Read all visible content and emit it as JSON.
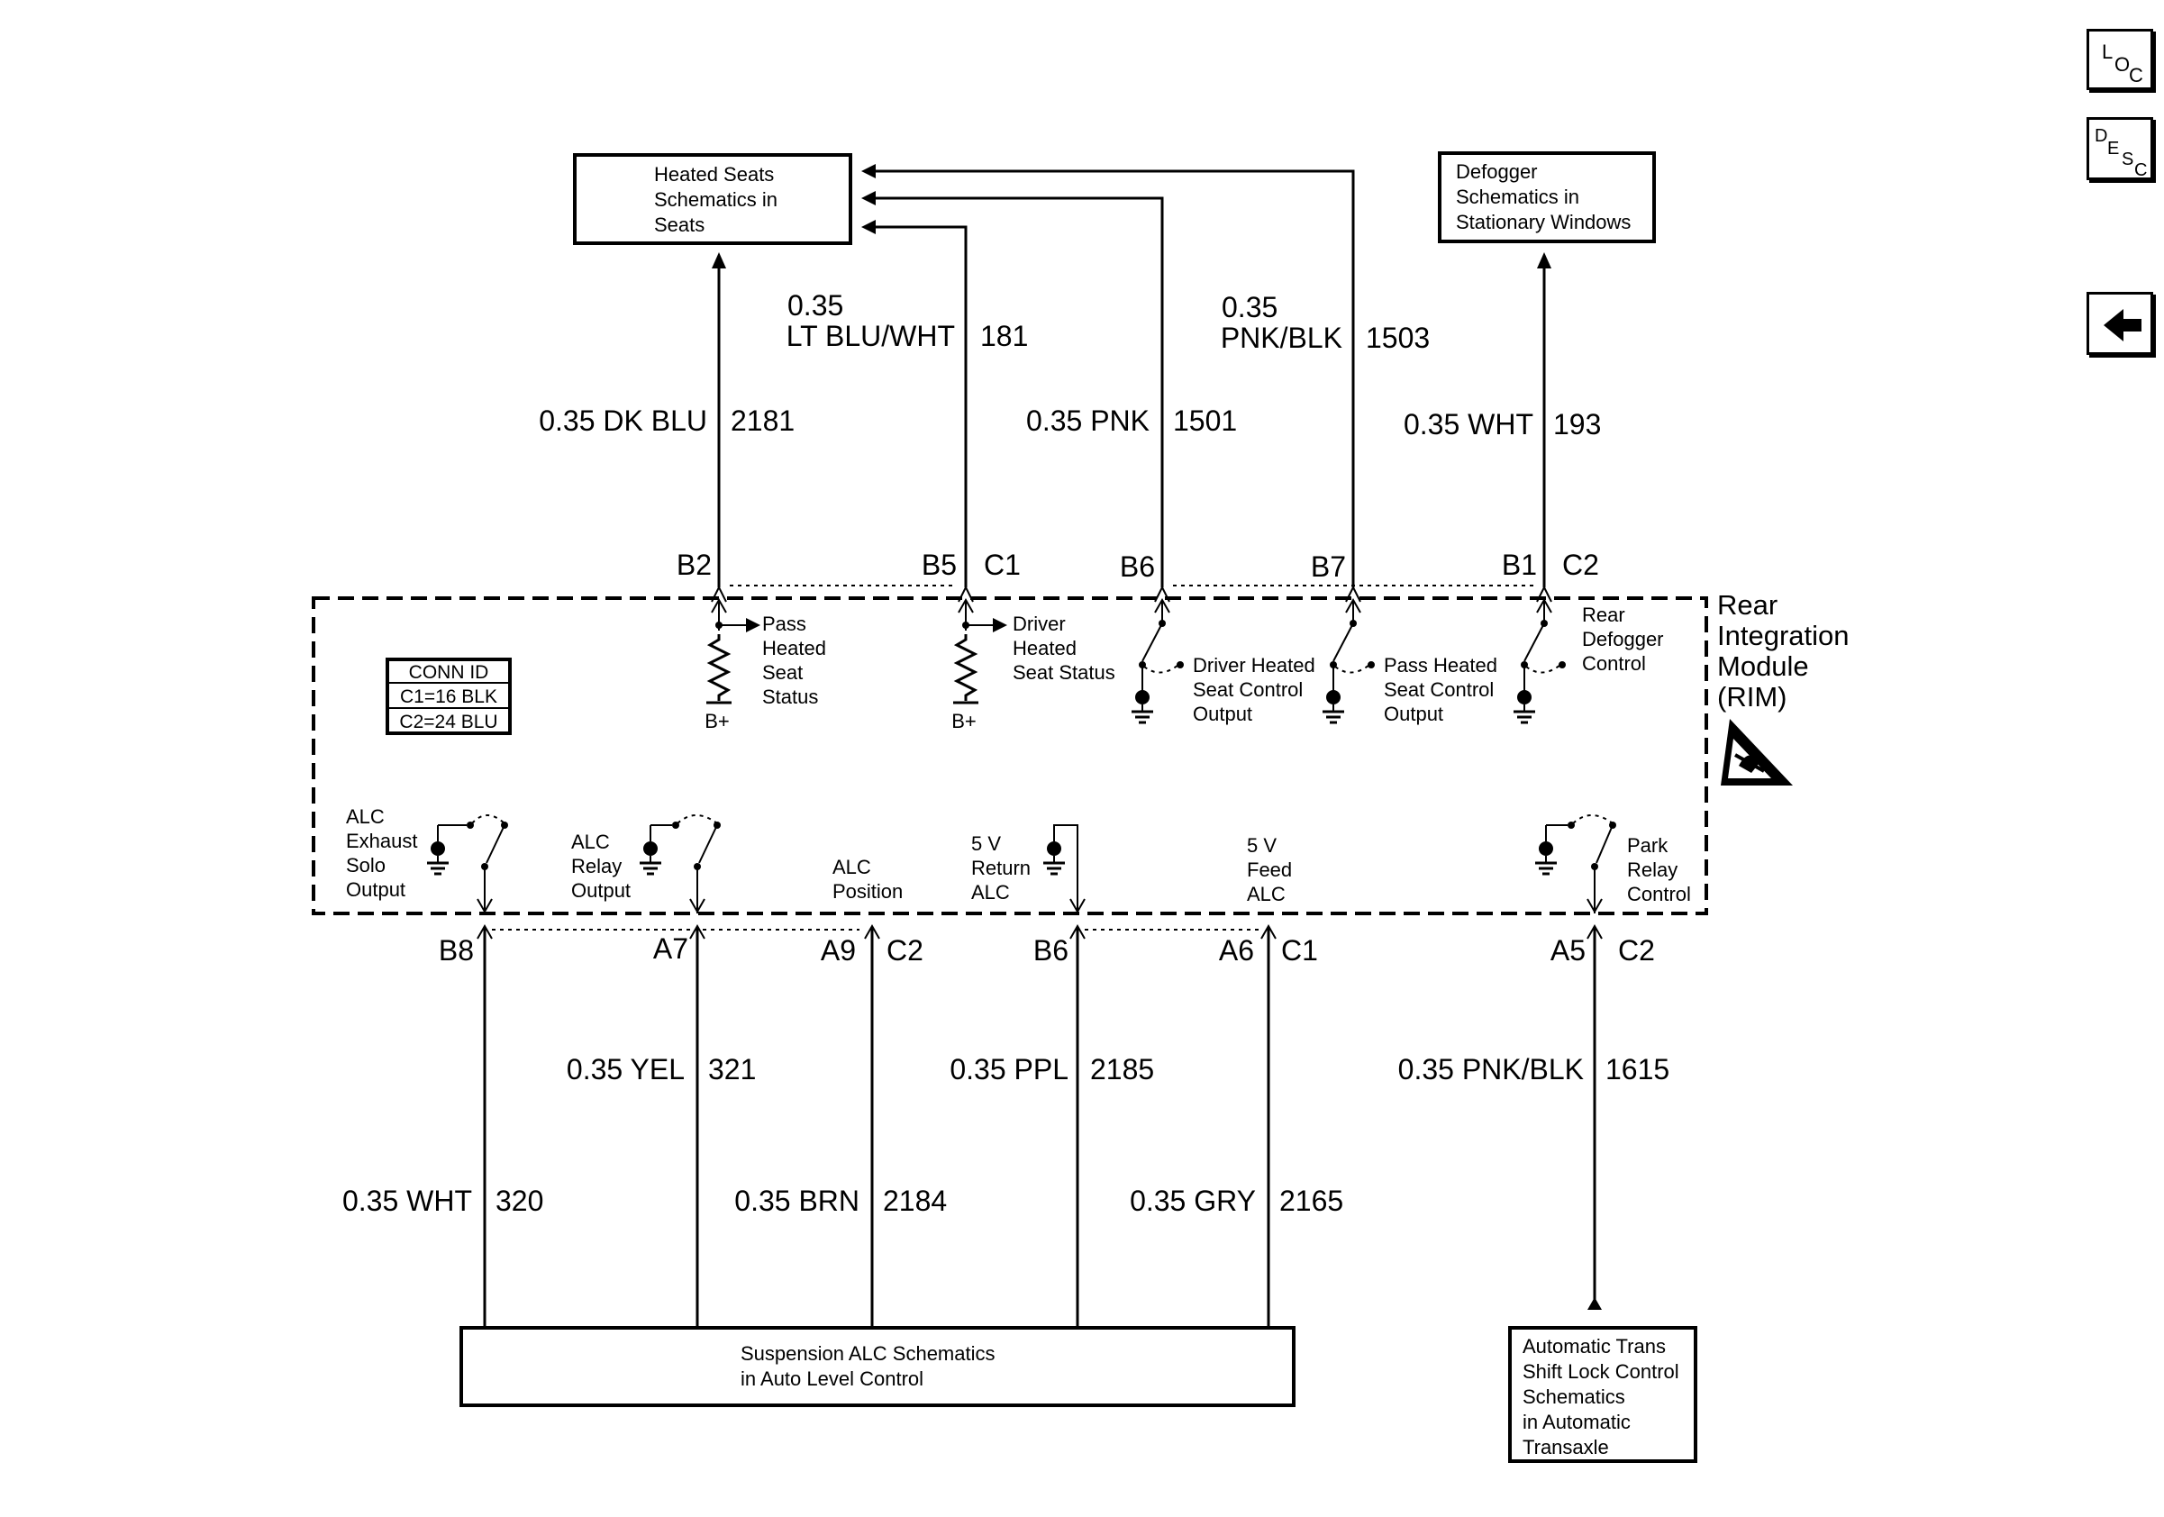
{
  "nav": {
    "loc": {
      "l": "L",
      "o": "O",
      "c": "C"
    },
    "desc": {
      "d": "D",
      "e": "E",
      "s": "S",
      "c": "C"
    },
    "back_icon": "left-arrow-icon"
  },
  "module": {
    "name_lines": [
      "Rear",
      "Integration",
      "Module",
      "(RIM)"
    ],
    "esd_icon": "esd-warning-icon"
  },
  "conn_id": {
    "title": "CONN ID",
    "rows": [
      "C1=16 BLK",
      "C2=24 BLU"
    ]
  },
  "boxes": {
    "heated_seats": [
      "Heated Seats",
      "Schematics in",
      "Seats"
    ],
    "defogger": [
      "Defogger",
      "Schematics in",
      "Stationary Windows"
    ],
    "suspension": [
      "Suspension ALC Schematics",
      "in Auto Level Control"
    ],
    "trans": [
      "Automatic Trans",
      "Shift Lock Control",
      "Schematics",
      "in Automatic",
      "Transaxle"
    ]
  },
  "top_pins": {
    "b2": "B2",
    "b5": "B5",
    "c1": "C1",
    "b6": "B6",
    "b7": "B7",
    "b1": "B1",
    "c2": "C2"
  },
  "bottom_pins": {
    "b8": "B8",
    "a7": "A7",
    "a9": "A9",
    "c2a": "C2",
    "b6": "B6",
    "a6": "A6",
    "c1": "C1",
    "a5": "A5",
    "c2b": "C2"
  },
  "top_wires": {
    "w2181": {
      "label": "0.35 DK BLU",
      "circuit": "2181"
    },
    "w181": {
      "gauge": "0.35",
      "color": "LT BLU/WHT",
      "circuit": "181"
    },
    "w1501": {
      "label": "0.35 PNK",
      "circuit": "1501"
    },
    "w1503": {
      "gauge": "0.35",
      "color": "PNK/BLK",
      "circuit": "1503"
    },
    "w193": {
      "label": "0.35 WHT",
      "circuit": "193"
    }
  },
  "bottom_wires": {
    "w321": {
      "label": "0.35 YEL",
      "circuit": "321"
    },
    "w2185": {
      "label": "0.35 PPL",
      "circuit": "2185"
    },
    "w1615": {
      "label": "0.35 PNK/BLK",
      "circuit": "1615"
    },
    "w320": {
      "label": "0.35 WHT",
      "circuit": "320"
    },
    "w2184": {
      "label": "0.35 BRN",
      "circuit": "2184"
    },
    "w2165": {
      "label": "0.35 GRY",
      "circuit": "2165"
    }
  },
  "internal": {
    "pass_status": [
      "Pass",
      "Heated",
      "Seat",
      "Status"
    ],
    "driver_status": [
      "Driver",
      "Heated",
      "Seat Status"
    ],
    "b_plus": "B+",
    "driver_output": [
      "Driver Heated",
      "Seat Control",
      "Output"
    ],
    "pass_output": [
      "Pass Heated",
      "Seat Control",
      "Output"
    ],
    "rear_defog": [
      "Rear",
      "Defogger",
      "Control"
    ],
    "alc_exhaust": [
      "ALC",
      "Exhaust",
      "Solo",
      "Output"
    ],
    "alc_relay": [
      "ALC",
      "Relay",
      "Output"
    ],
    "alc_position": [
      "ALC",
      "Position"
    ],
    "return_5v": [
      "5 V",
      "Return",
      "ALC"
    ],
    "feed_5v": [
      "5 V",
      "Feed",
      "ALC"
    ],
    "park_relay": [
      "Park",
      "Relay",
      "Control"
    ]
  }
}
